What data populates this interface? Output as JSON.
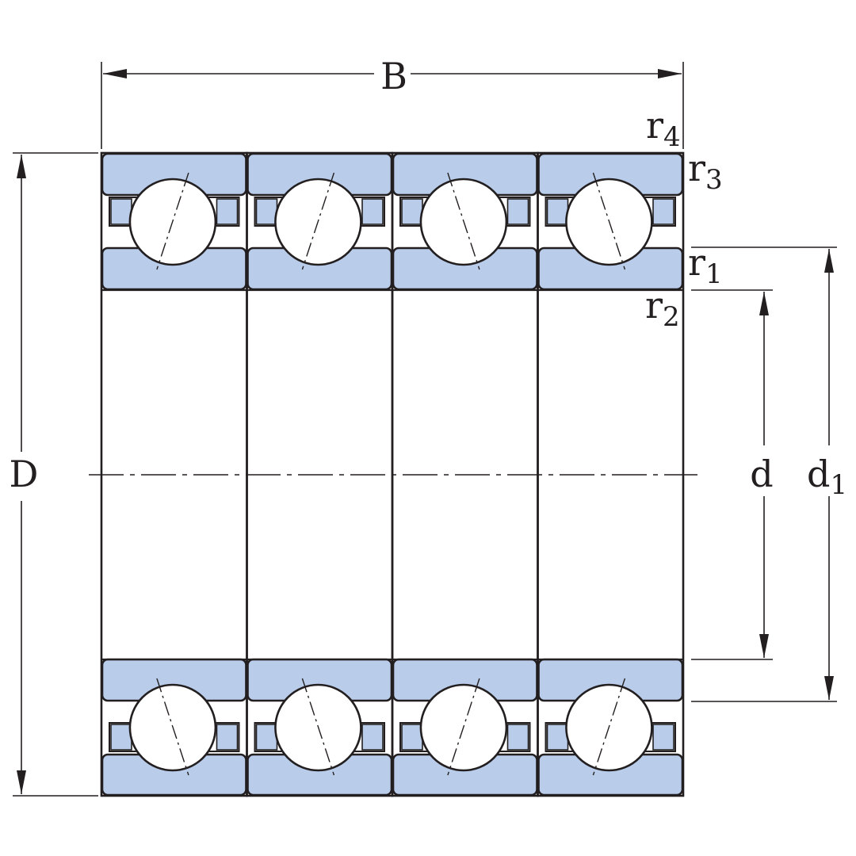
{
  "labels": {
    "B": "B",
    "D": "D",
    "d": "d",
    "d1_base": "d",
    "d1_sub": "1",
    "r_base": "r",
    "r4_sub": "4",
    "r3_sub": "3",
    "r1_sub": "1",
    "r2_sub": "2"
  },
  "bearing": {
    "row_count": 4,
    "ring_fill": "#b9cdeb",
    "stroke": "#231f20",
    "background": "#ffffff"
  }
}
